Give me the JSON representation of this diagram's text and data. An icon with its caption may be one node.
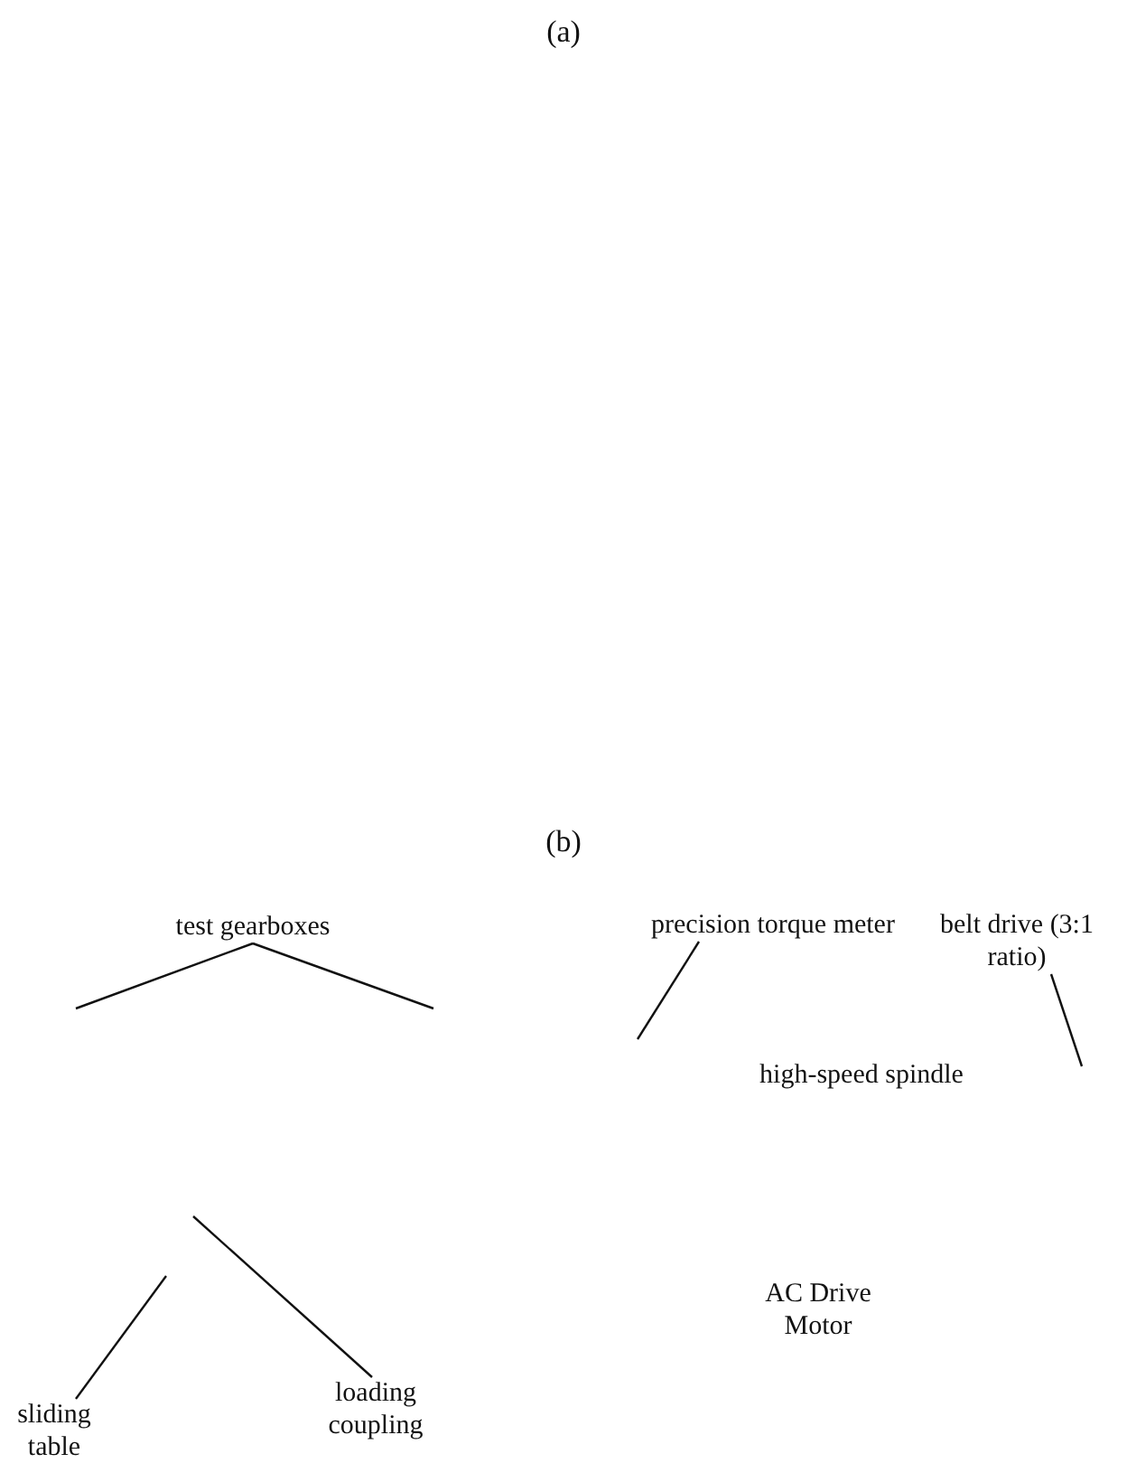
{
  "diagram": {
    "nodes": [
      {
        "text": [
          "test gearboxes"
        ]
      },
      {
        "text": [
          "sliding table"
        ]
      },
      {
        "text": [
          "loading coupling"
        ]
      },
      {
        "text": [
          "precision torque meter"
        ]
      },
      {
        "text": [
          "belt drive (3:1 ratio)"
        ]
      }
    ],
    "edges": [
      {
        "from": 0,
        "to": null,
        "arrow": "none"
      },
      {
        "from": 0,
        "to": null,
        "arrow": "none"
      },
      {
        "from": 1,
        "to": null,
        "arrow": "none"
      },
      {
        "from": 2,
        "to": null,
        "arrow": "none"
      },
      {
        "from": 3,
        "to": null,
        "arrow": "none"
      },
      {
        "from": 4,
        "to": null,
        "arrow": "none"
      }
    ],
    "labels": [
      "(a)",
      "(b)",
      "high-speed spindle",
      "AC Drive Motor"
    ]
  }
}
